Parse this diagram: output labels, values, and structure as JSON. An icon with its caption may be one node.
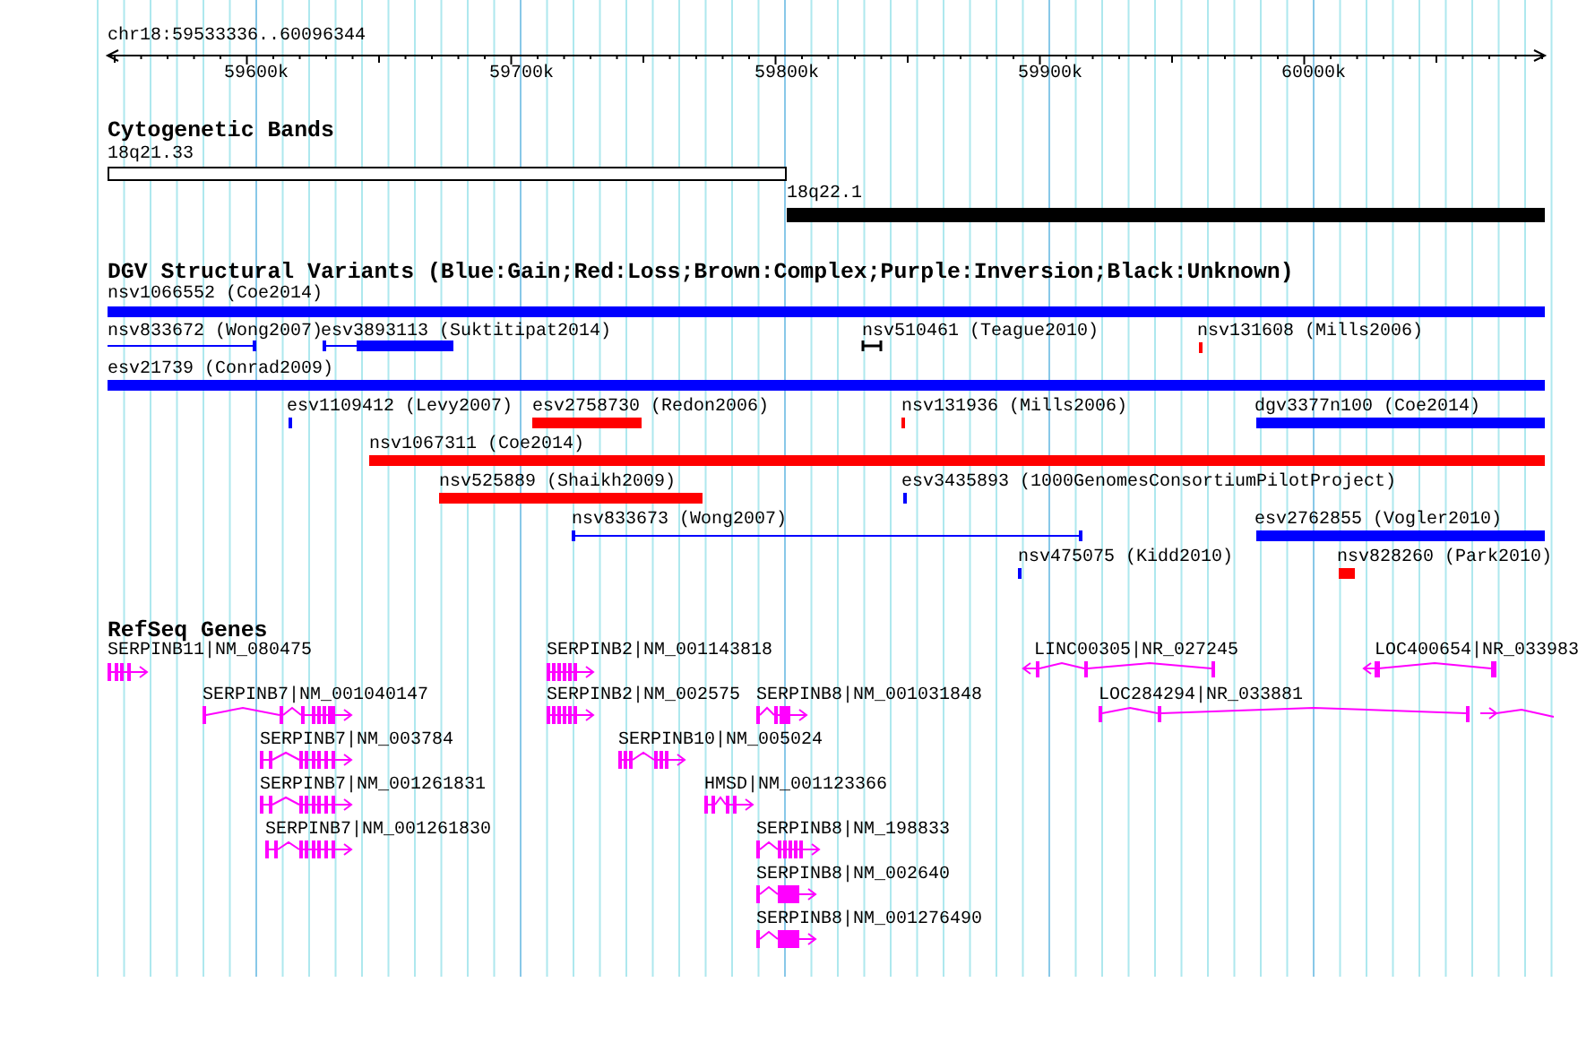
{
  "diagram": {
    "nodes": [
      {
        "text": [
          "18q21.33"
        ]
      },
      {
        "text": [
          "18q22.1"
        ]
      },
      {
        "text": [
          "nsv1066552 (Coe2014)"
        ]
      },
      {
        "text": [
          "nsv833672 (Wong2007)"
        ]
      },
      {
        "text": [
          "esv3893113 (Suktitipat2014)"
        ]
      },
      {
        "text": [
          "nsv510461 (Teague2010)"
        ]
      },
      {
        "text": [
          "nsv131608 (Mills2006)"
        ]
      },
      {
        "text": [
          "esv21739 (Conrad2009)"
        ]
      },
      {
        "text": [
          "esv1109412 (Levy2007)"
        ]
      },
      {
        "text": [
          "esv2758730 (Redon2006)"
        ]
      },
      {
        "text": [
          "nsv131936 (Mills2006)"
        ]
      },
      {
        "text": [
          "dgv3377n100 (Coe2014)"
        ]
      },
      {
        "text": [
          "nsv1067311 (Coe2014)"
        ]
      },
      {
        "text": [
          "nsv525889 (Shaikh2009)"
        ]
      },
      {
        "text": [
          "esv3435893 (1000GenomesConsortiumPilotProject)"
        ]
      },
      {
        "text": [
          "nsv833673 (Wong2007)"
        ]
      },
      {
        "text": [
          "esv2762855 (Vogler2010)"
        ]
      },
      {
        "text": [
          "nsv475075 (Kidd2010)"
        ]
      },
      {
        "text": [
          "nsv828260 (Park2010)"
        ]
      },
      {
        "text": [
          "SERPINB11|NM_080475"
        ]
      },
      {
        "text": [
          "SERPINB2|NM_001143818"
        ]
      },
      {
        "text": [
          "LINC00305|NR_027245"
        ]
      },
      {
        "text": [
          "LOC400654|NR_033983"
        ]
      },
      {
        "text": [
          "SERPINB7|NM_001040147"
        ]
      },
      {
        "text": [
          "SERPINB2|NM_002575"
        ]
      },
      {
        "text": [
          "SERPINB8|NM_001031848"
        ]
      },
      {
        "text": [
          "LOC284294|NR_033881"
        ]
      },
      {
        "text": [
          "SERPINB7|NM_003784"
        ]
      },
      {
        "text": [
          "SERPINB10|NM_005024"
        ]
      },
      {
        "text": [
          "SERPINB7|NM_001261831"
        ]
      },
      {
        "text": [
          "HMSD|NM_001123366"
        ]
      },
      {
        "text": [
          "SERPINB7|NM_001261830"
        ]
      },
      {
        "text": [
          "SERPINB8|NM_198833"
        ]
      },
      {
        "text": [
          "SERPINB8|NM_002640"
        ]
      },
      {
        "text": [
          "SERPINB8|NM_001276490"
        ]
      }
    ],
    "labels": [
      "chr18:59533336..60096344",
      "59600k",
      "59700k",
      "59800k",
      "59900k",
      "60000k",
      "Cytogenetic Bands",
      "DGV Structural Variants (Blue:Gain;Red:Loss;Brown:Complex;Purple:Inversion;Black:Unknown)",
      "RefSeq Genes"
    ]
  }
}
